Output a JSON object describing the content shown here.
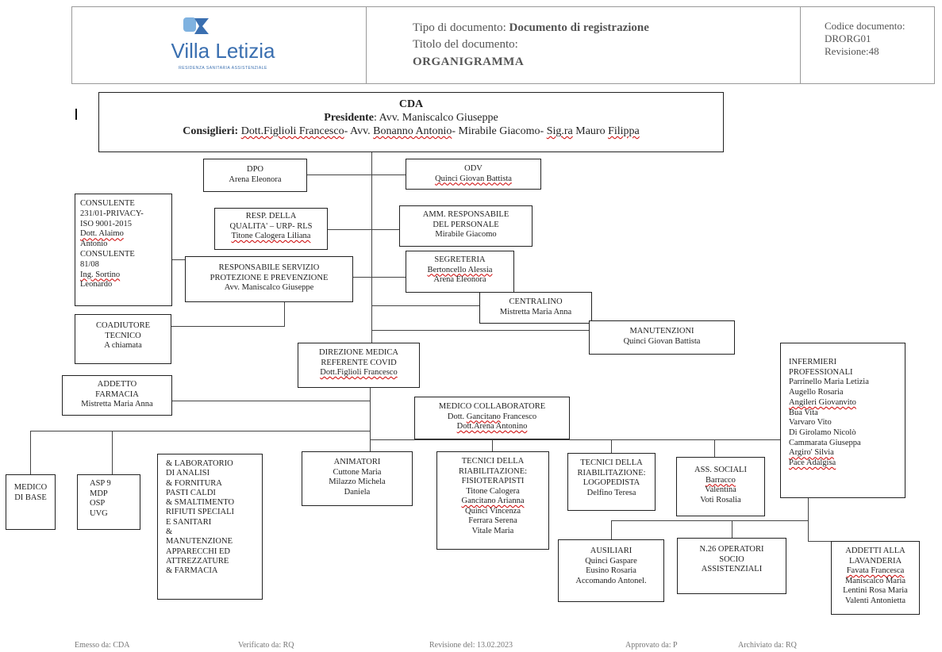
{
  "header": {
    "logo_text": "Villa Letizia",
    "logo_subtext": "RESIDENZA SANITARIA ASSISTENZIALE",
    "doc_type_label": "Tipo di documento: ",
    "doc_type_value": "Documento di registrazione",
    "doc_title_label": "Titolo del documento:",
    "doc_title_value": "ORGANIGRAMMA",
    "code_label": "Codice documento:",
    "code_value": "DRORG01",
    "revision": "Revisione:48"
  },
  "cda": {
    "title": "CDA",
    "president_label": "Presidente",
    "president_value": ": Avv. Maniscalco Giuseppe",
    "advisors_label": "Consiglieri: ",
    "advisor_1": "Dott.Figlioli Francesco",
    "advisor_sep_1": "- Avv. ",
    "advisor_2": "Bonanno Antonio",
    "advisor_sep_2": "- Mirabile Giacomo- ",
    "advisor_3": "Sig.ra",
    "advisor_sep_3": " Mauro ",
    "advisor_4": "Filippa"
  },
  "org": {
    "dpo": {
      "title": "DPO",
      "name": "Arena Eleonora"
    },
    "odv": {
      "title": "ODV",
      "name": "Quinci Giovan Battista"
    },
    "consulente": {
      "line1": "CONSULENTE",
      "line2": "231/01-PRIVACY-",
      "line3": "ISO 9001-2015",
      "line4": "Dott. Alaimo",
      "line5": "Antonio",
      "line6": "CONSULENTE",
      "line7": "81/08",
      "line8": "Ing. Sortino",
      "line9": "Leonardo"
    },
    "qualita": {
      "line1": "RESP. DELLA",
      "line2": "QUALITA' – URP- RLS",
      "line3": "Titone Calogera Liliana"
    },
    "amm_personale": {
      "line1": "AMM. RESPONSABILE",
      "line2": "DEL PERSONALE",
      "line3": "Mirabile Giacomo"
    },
    "rspp": {
      "line1": "RESPONSABILE SERVIZIO",
      "line2": "PROTEZIONE E PREVENZIONE",
      "line3": "Avv. Maniscalco Giuseppe"
    },
    "segreteria": {
      "title": "SEGRETERIA",
      "name1": "Bertoncello Alessia",
      "name2": "Arena Eleonora"
    },
    "centralino": {
      "title": "CENTRALINO",
      "name": "Mistretta Maria Anna"
    },
    "coadiutore": {
      "line1": "COADIUTORE",
      "line2": "TECNICO",
      "line3": "A chiamata"
    },
    "manutenzioni": {
      "title": "MANUTENZIONI",
      "name": "Quinci  Giovan Battista"
    },
    "direzione": {
      "line1": "DIREZIONE MEDICA",
      "line2": "REFERENTE COVID",
      "line3": "Dott.Figlioli Francesco"
    },
    "farmacia": {
      "line1": "ADDETTO",
      "line2": "FARMACIA",
      "line3": "Mistretta Maria  Anna"
    },
    "medico_collab": {
      "title": "MEDICO COLLABORATORE",
      "name1": "Dott. Gancitano Francesco",
      "name2": "Dott.Arena Antonino"
    },
    "infermieri": {
      "title1": "INFERMIERI",
      "title2": "PROFESSIONALI",
      "names": [
        "Parrinello Maria Letizia",
        "Augello Rosaria",
        "Angileri Giovanvito",
        "Bua Vita",
        "Varvaro Vito",
        "Di Girolamo Nicolò",
        "Cammarata Giuseppa",
        "Argiro' Silvia",
        "Pace Adalgisa"
      ]
    },
    "medico_base": {
      "line1": "MEDICO",
      "line2": "DI BASE"
    },
    "asp": {
      "line1": "ASP 9",
      "line2": "MDP",
      "line3": "OSP",
      "line4": "UVG"
    },
    "laboratorio": {
      "lines": [
        "& LABORATORIO",
        "DI ANALISI",
        "& FORNITURA",
        "PASTI CALDI",
        "& SMALTIMENTO",
        "RIFIUTI SPECIALI",
        "E SANITARI",
        "&",
        "MANUTENZIONE",
        "APPARECCHI ED",
        "ATTREZZATURE",
        "& FARMACIA"
      ]
    },
    "animatori": {
      "title": "ANIMATORI",
      "names": [
        "Cuttone Maria",
        "Milazzo Michela",
        "Daniela"
      ]
    },
    "fisio": {
      "lines": [
        "TECNICI DELLA",
        "RIABILITAZIONE:",
        "FISIOTERAPISTI",
        "Titone Calogera",
        "Gancitano Arianna",
        "Quinci Vincenza",
        "Ferrara Serena",
        "Vitale Maria"
      ]
    },
    "logo": {
      "lines": [
        "TECNICI DELLA",
        "RIABILITAZIONE:",
        "LOGOPEDISTA",
        "Delfino Teresa"
      ]
    },
    "ass_sociali": {
      "lines": [
        "ASS. SOCIALI",
        "Barracco",
        "Valentina",
        "Voti Rosalia"
      ]
    },
    "ausiliari": {
      "lines": [
        "AUSILIARI",
        "Quinci Gaspare",
        "Eusino Rosaria",
        "Accomando Antonel."
      ]
    },
    "operatori": {
      "lines": [
        "N.26 OPERATORI",
        "SOCIO",
        "ASSISTENZIALI"
      ]
    },
    "lavanderia": {
      "lines": [
        "ADDETTI ALLA",
        "LAVANDERIA",
        "Favata Francesca",
        "Maniscalco Maria",
        "Lentini Rosa Maria",
        "Valenti Antonietta"
      ]
    }
  },
  "footer": {
    "emesso": "Emesso da: CDA",
    "verificato": "Verificato da: RQ",
    "revisione": "Revisione del: 13.02.2023",
    "approvato": "Approvato da: P",
    "archiviato": "Archiviato da: RQ"
  },
  "colors": {
    "logo_blue": "#3a6fb0",
    "logo_light": "#7fb2e0"
  }
}
